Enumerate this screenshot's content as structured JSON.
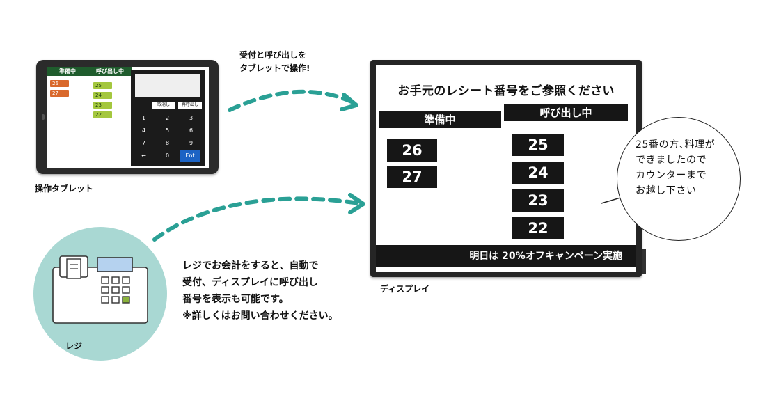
{
  "tablet": {
    "caption": "操作タブレット",
    "col_waiting": "準備中",
    "col_calling": "呼び出し中",
    "waiting_numbers": [
      "26",
      "27"
    ],
    "calling_numbers": [
      "25",
      "24",
      "23",
      "22"
    ],
    "btn_cancel": "取消し",
    "btn_recall": "再呼出し",
    "keys": [
      "1",
      "2",
      "3",
      "4",
      "5",
      "6",
      "7",
      "8",
      "9",
      "←",
      "0",
      "Ent"
    ]
  },
  "arrow_note": {
    "line1": "受付と呼び出しを",
    "line2": "タブレットで操作!"
  },
  "register": {
    "caption": "レジ"
  },
  "register_note": {
    "line1": "レジでお会計をすると、自動で",
    "line2": "受付、ディスプレイに呼び出し",
    "line3": "番号を表示も可能です。",
    "line4": "※詳しくはお問い合わせください。"
  },
  "display": {
    "caption": "ディスプレイ",
    "title": "お手元のレシート番号をご参照ください",
    "col_waiting": "準備中",
    "col_calling": "呼び出し中",
    "waiting_numbers": [
      "26",
      "27"
    ],
    "calling_numbers": [
      "25",
      "24",
      "23",
      "22"
    ],
    "footer": "明日は 20%オフキャンペーン実施"
  },
  "bubble": {
    "text": "25番の方､料理が\nできましたので\nカウンターまで\nお越し下さい"
  },
  "colors": {
    "teal_arrow": "#2aa095",
    "register_circle": "#a9d8d3",
    "tablet_header": "#1f5c2d",
    "chip_orange": "#d9692d",
    "chip_green": "#a4c73e",
    "ent_key": "#1c63c4"
  }
}
